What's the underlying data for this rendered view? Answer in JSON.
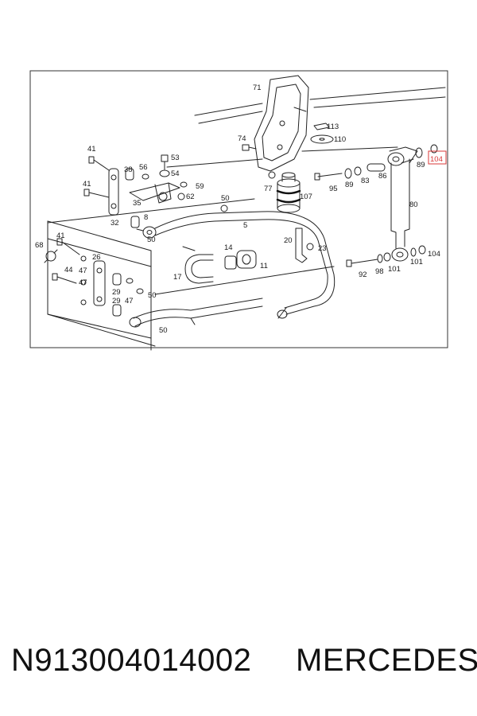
{
  "diagram": {
    "callouts": [
      "71",
      "113",
      "110",
      "74",
      "41",
      "38",
      "56",
      "53",
      "54",
      "59",
      "62",
      "50",
      "35",
      "32",
      "8",
      "5",
      "41",
      "68",
      "41",
      "26",
      "44",
      "47",
      "47",
      "29",
      "29",
      "47",
      "50",
      "50",
      "50",
      "77",
      "107",
      "95",
      "89",
      "83",
      "86",
      "89",
      "104",
      "80",
      "20",
      "23",
      "14",
      "11",
      "17",
      "92",
      "98",
      "101",
      "101",
      "104"
    ],
    "highlight": {
      "label": "104",
      "color": "#d93a3a"
    }
  },
  "footer": {
    "part_number": "N913004014002",
    "brand": "MERCEDES"
  }
}
